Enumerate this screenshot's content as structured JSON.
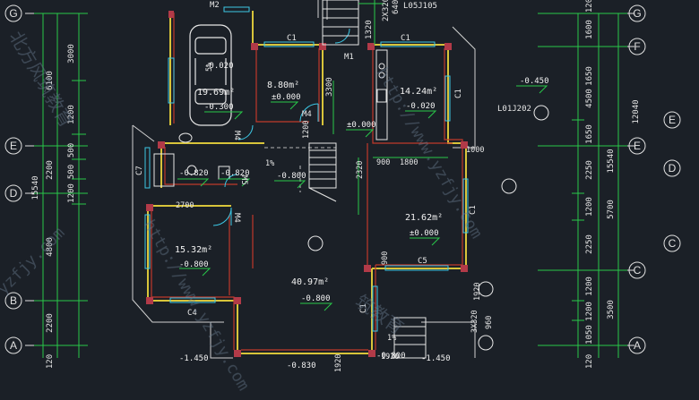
{
  "axes_left": {
    "labels": [
      "G",
      "E",
      "D",
      "B",
      "A"
    ]
  },
  "axes_right_outer": {
    "labels": [
      "G",
      "F",
      "E",
      "C"
    ]
  },
  "axes_right_inner": {
    "labels": [
      "E",
      "D",
      "C",
      "A"
    ]
  },
  "dims_left": {
    "a": "3000",
    "b": "6100",
    "c": "1200",
    "d": "500",
    "e": "2200",
    "f": "500",
    "g": "1200",
    "h": "4800",
    "i": "2200",
    "j": "15540",
    "k": "120"
  },
  "dims_right": {
    "a": "1600",
    "b": "1650",
    "c": "4500",
    "d": "1650",
    "e": "2250",
    "f": "1200",
    "g": "2250",
    "h": "1200",
    "i": "1200",
    "j": "1050",
    "k": "5700",
    "l": "3500",
    "m": "15540",
    "n": "12040",
    "o": "120",
    "p": "120"
  },
  "top_labels": {
    "m2": "M2",
    "l05": "L05J105",
    "d640": "640",
    "d2x320": "2X320",
    "d1320": "1320",
    "c1a": "C1",
    "c1b": "C1",
    "m1": "M1",
    "d3300": "3300"
  },
  "rooms": [
    {
      "area": "19.69m²",
      "level": "-0.300"
    },
    {
      "area": "8.80m²",
      "level": "±0.000"
    },
    {
      "area": "14.24m²",
      "level": "-0.020"
    },
    {
      "area": "21.62m²",
      "level": "±0.000"
    },
    {
      "area": "15.32m²",
      "level": "-0.800"
    },
    {
      "area": "40.97m²",
      "level": "-0.800"
    }
  ],
  "levels": {
    "l1": "-0.820",
    "l2": "-0.820",
    "l3": "-0.800",
    "l4": "±0.000",
    "l5": "-0.450",
    "l6": "-1.450",
    "l7": "-1.450",
    "l8": "-0.830",
    "l9": "-0.020",
    "l10": "-0.800"
  },
  "doors": {
    "m4a": "M4",
    "m4b": "M4",
    "m4c": "M4",
    "m5": "M5",
    "c7": "C7",
    "c5": "C5",
    "c4": "C4",
    "c1r": "C1",
    "c1l": "C1",
    "c1b": "C1",
    "l01": "L01J202"
  },
  "inner_dims": {
    "d900": "900",
    "d1800": "1800",
    "d2320": "2320",
    "d1000": "1000",
    "d2700": "2700",
    "d1200": "1200",
    "d900b": "900",
    "d1920": "1920",
    "d1920b": "1920",
    "d1920c": "1920",
    "d960": "960",
    "d3x320": "3X320",
    "p1": "1%",
    "p2": "1%",
    "p3": "5%"
  },
  "watermarks": {
    "w1": "http://www.yzfjy.com",
    "w2": "北方风筑教育",
    "w3": "http://www.yzfjy.com",
    "w4": "yzfjy.com",
    "w5": "筑教育"
  }
}
